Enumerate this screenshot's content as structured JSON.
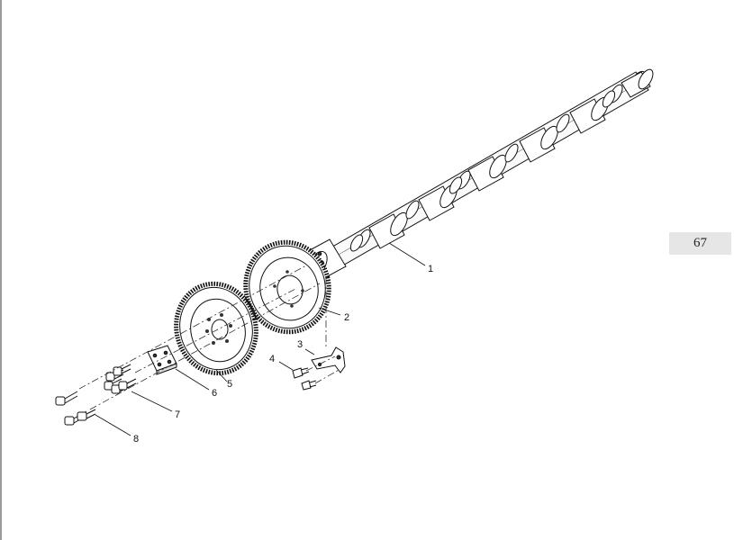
{
  "page": {
    "number": "67"
  },
  "callouts": [
    {
      "id": "1",
      "part": "camshaft"
    },
    {
      "id": "2",
      "part": "camshaft-gear"
    },
    {
      "id": "3",
      "part": "bracket"
    },
    {
      "id": "4",
      "part": "screw"
    },
    {
      "id": "5",
      "part": "idler-gear"
    },
    {
      "id": "6",
      "part": "hub-plate"
    },
    {
      "id": "7",
      "part": "screws"
    },
    {
      "id": "8",
      "part": "screws"
    }
  ]
}
